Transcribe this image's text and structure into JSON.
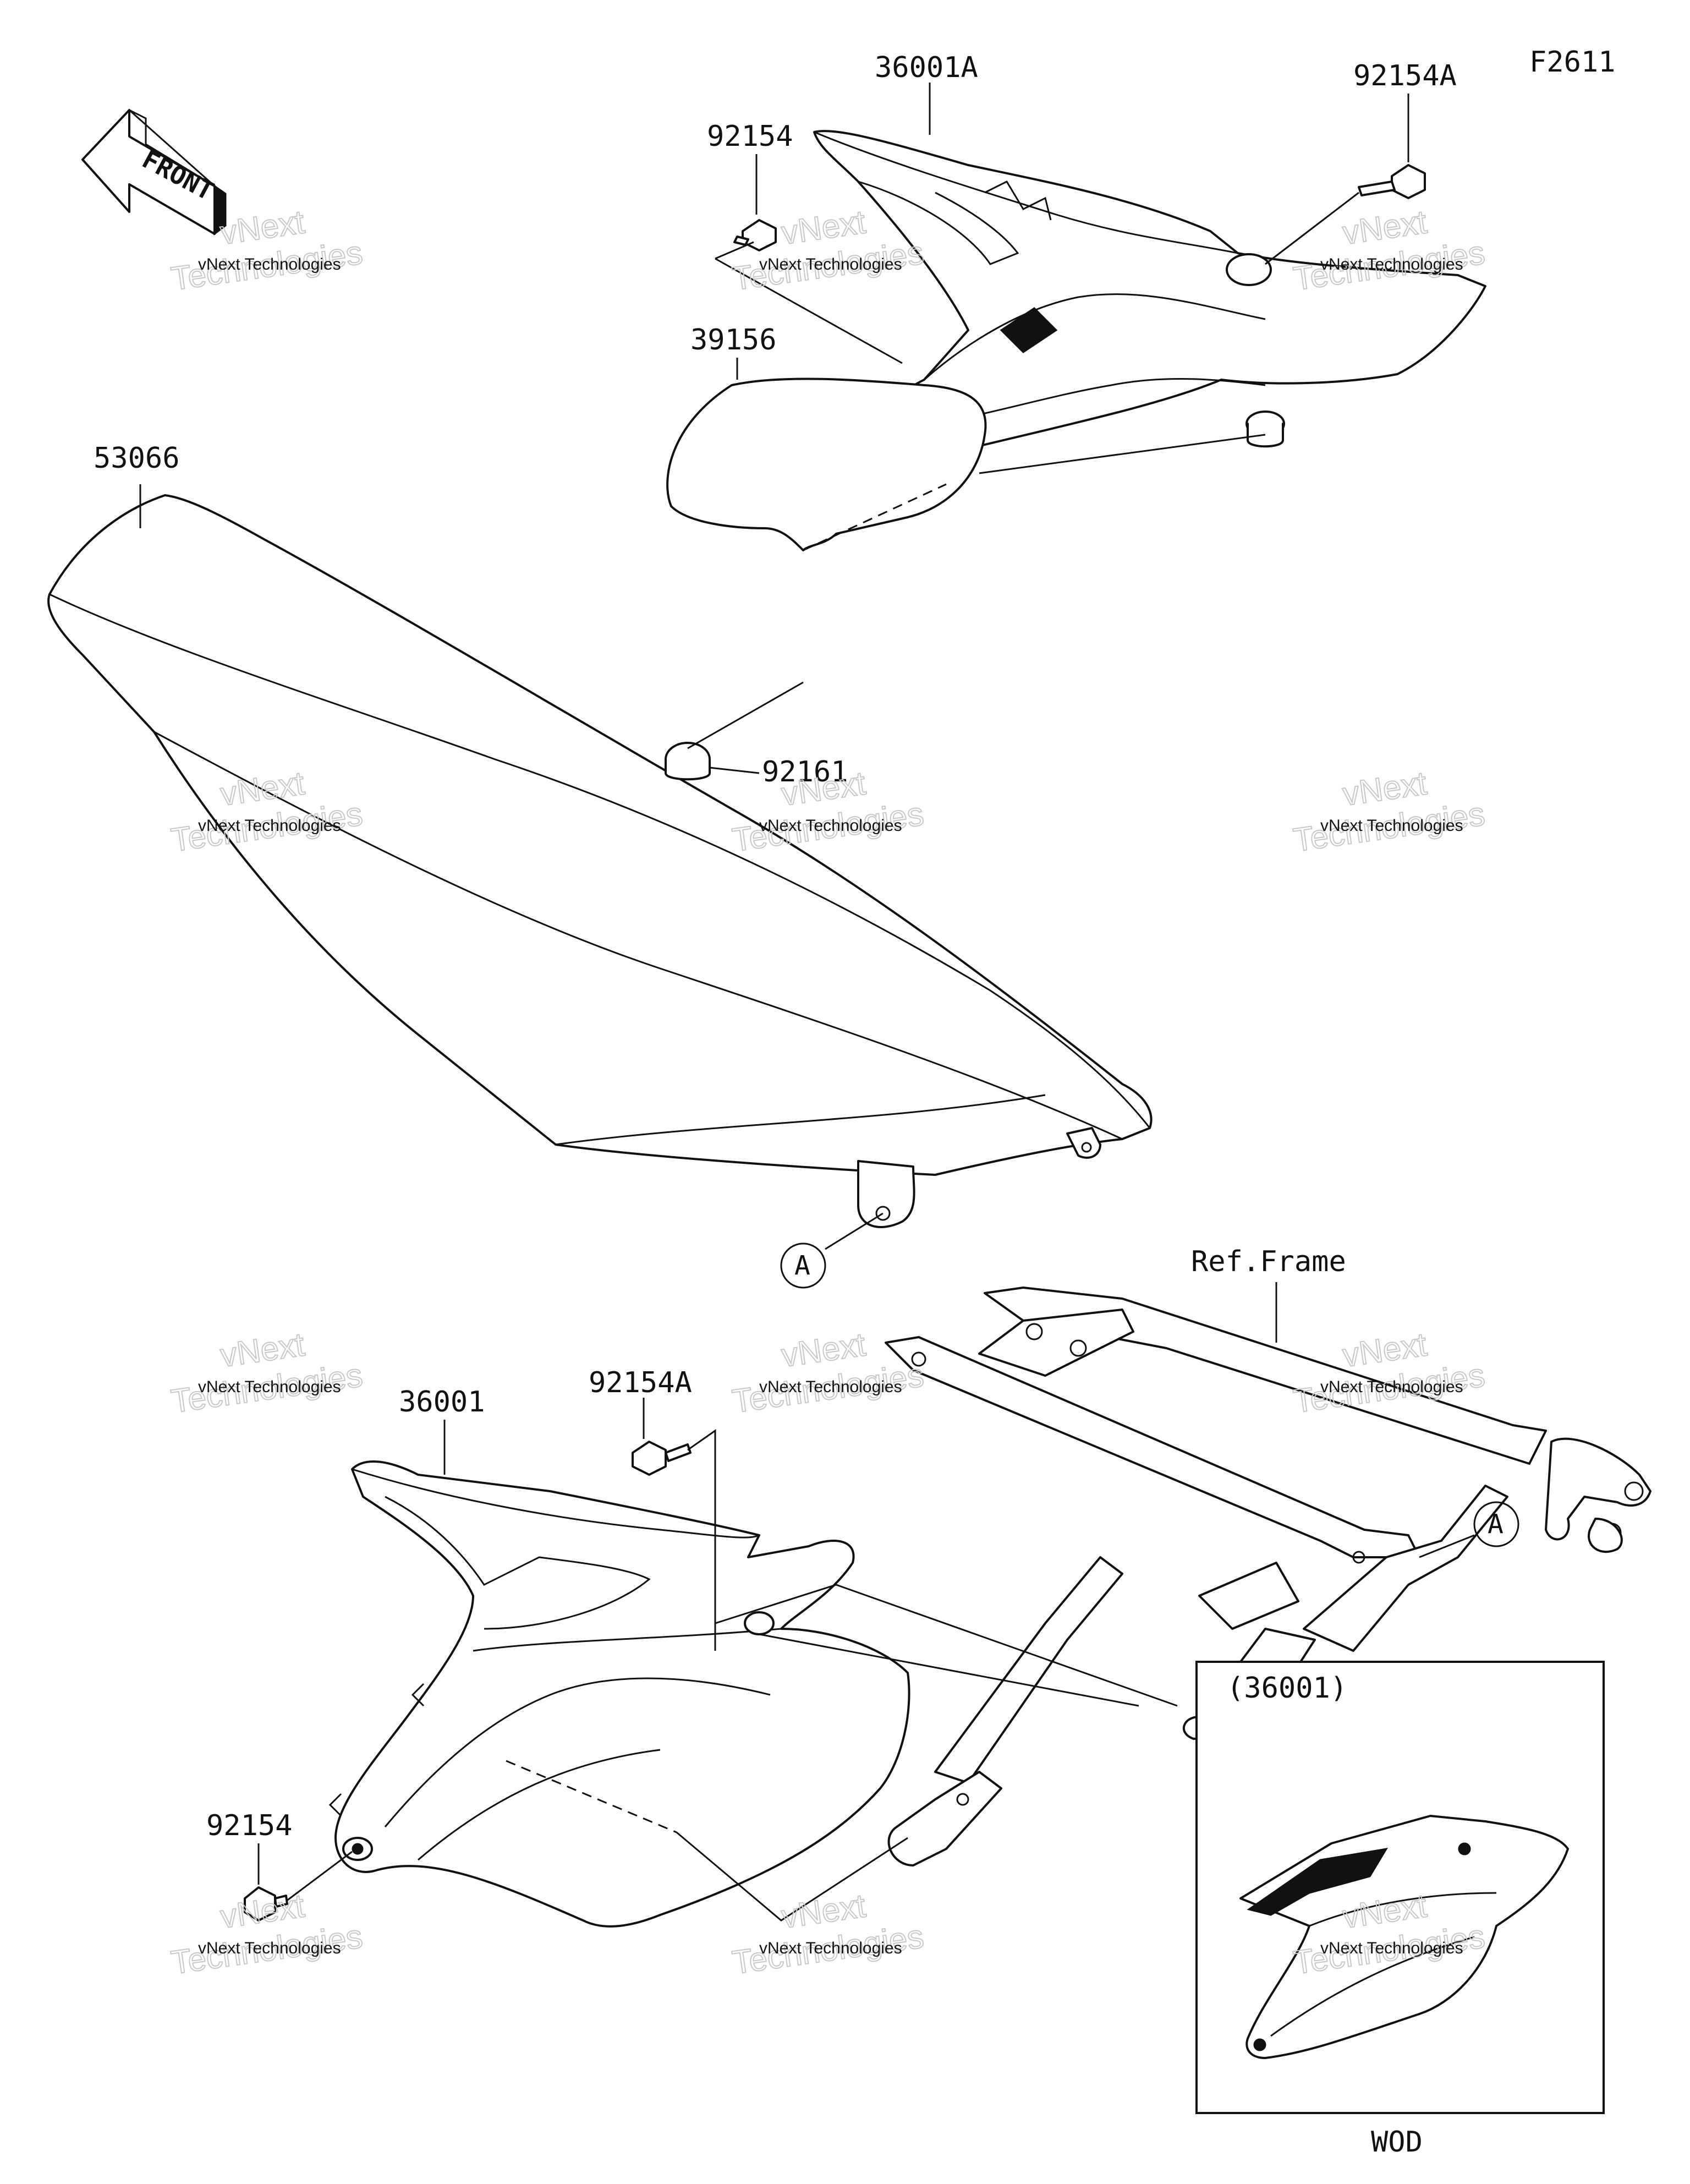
{
  "figure_code": "F2611",
  "front_arrow": {
    "label": "FRONT"
  },
  "watermark": {
    "line1": "vNext Technologies",
    "line2": "Technologies",
    "logo": "vNext"
  },
  "parts": {
    "side_cover_a": "36001A",
    "bolt_92154_top": "92154",
    "bolt_92154a_top": "92154A",
    "seat": "53066",
    "pad": "39156",
    "damper": "92161",
    "side_cover": "36001",
    "bolt_92154a_bottom": "92154A",
    "bolt_92154_bottom": "92154",
    "ref_frame": "Ref.Frame",
    "ref_a_seat": "A",
    "ref_a_frame": "A"
  },
  "inset": {
    "title": "(36001)",
    "caption": "WOD"
  }
}
